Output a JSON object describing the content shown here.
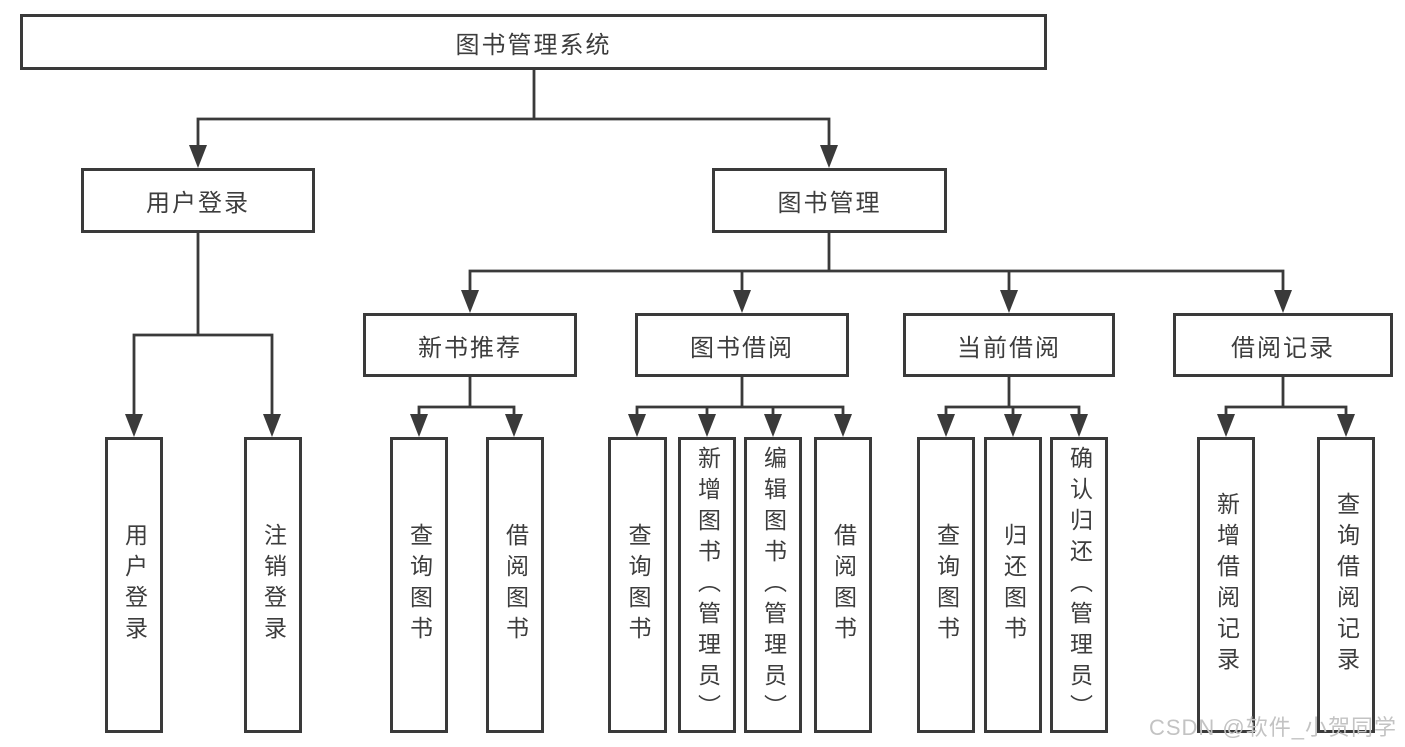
{
  "colors": {
    "line": "#3a3a3a",
    "box_border": "#3a3a3a",
    "text": "#3d3d3d",
    "background": "#ffffff",
    "watermark": "#c3c3c3"
  },
  "watermark": {
    "text": "CSDN @软件_小贺同学"
  },
  "tree": {
    "root": {
      "label": "图书管理系统"
    },
    "children": [
      {
        "label": "用户登录",
        "children": [
          {
            "label": "用户登录"
          },
          {
            "label": "注销登录"
          }
        ]
      },
      {
        "label": "图书管理",
        "children": [
          {
            "label": "新书推荐",
            "children": [
              {
                "label": "查询图书"
              },
              {
                "label": "借阅图书"
              }
            ]
          },
          {
            "label": "图书借阅",
            "children": [
              {
                "label": "查询图书"
              },
              {
                "label": "新增图书（管理员）"
              },
              {
                "label": "编辑图书（管理员）"
              },
              {
                "label": "借阅图书"
              }
            ]
          },
          {
            "label": "当前借阅",
            "children": [
              {
                "label": "查询图书"
              },
              {
                "label": "归还图书"
              },
              {
                "label": "确认归还（管理员）"
              }
            ]
          },
          {
            "label": "借阅记录",
            "children": [
              {
                "label": "新增借阅记录"
              },
              {
                "label": "查询借阅记录"
              }
            ]
          }
        ]
      }
    ]
  }
}
